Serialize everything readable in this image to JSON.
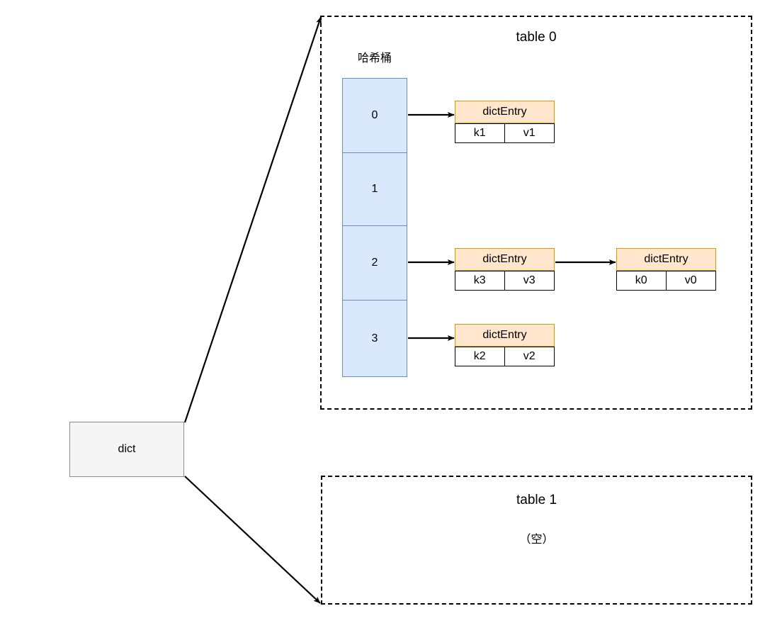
{
  "diagram": {
    "root_node": {
      "label": "dict"
    },
    "tables": [
      {
        "id": "table0",
        "title": "table 0",
        "bucket_label": "哈希桶",
        "buckets": [
          {
            "index": "0",
            "entries": [
              {
                "title": "dictEntry",
                "key": "k1",
                "value": "v1"
              }
            ]
          },
          {
            "index": "1",
            "entries": []
          },
          {
            "index": "2",
            "entries": [
              {
                "title": "dictEntry",
                "key": "k3",
                "value": "v3"
              },
              {
                "title": "dictEntry",
                "key": "k0",
                "value": "v0"
              }
            ]
          },
          {
            "index": "3",
            "entries": [
              {
                "title": "dictEntry",
                "key": "k2",
                "value": "v2"
              }
            ]
          }
        ]
      },
      {
        "id": "table1",
        "title": "table 1",
        "empty_label": "（空）",
        "buckets": []
      }
    ]
  },
  "colors": {
    "bucket_fill": "#dae8fc",
    "bucket_border": "#6c8ebf",
    "entry_head_fill": "#ffe6cc",
    "entry_head_border": "#d79b00",
    "entry_cell_fill": "#ffffff",
    "entry_cell_border": "#000000",
    "dict_fill": "#f5f5f5",
    "dict_border": "#8c8c8c",
    "edge": "#000000",
    "background": "#ffffff"
  }
}
